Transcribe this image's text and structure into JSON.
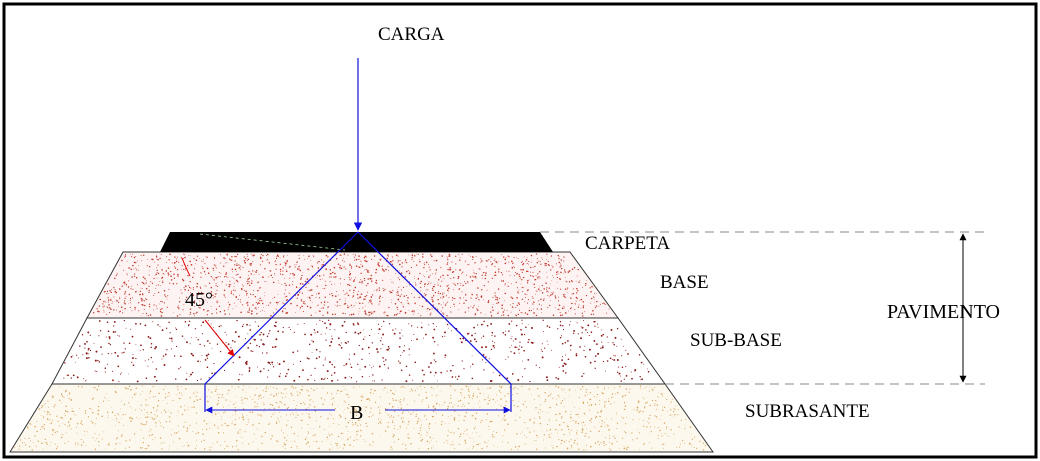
{
  "labels": {
    "load": "CARGA",
    "carpeta": "CARPETA",
    "base": "BASE",
    "subbase": "SUB-BASE",
    "subrasante": "SUBRASANTE",
    "pavimento": "PAVIMENTO",
    "angle": "45°",
    "width": "B"
  },
  "colors": {
    "frame": "#000000",
    "carpeta": "#000000",
    "base_dots": "#c0392b",
    "subbase_dots": "#8b1a1a",
    "subrasante_dots": "#d4a35a",
    "load_line": "#1010e0",
    "dashed_lines": "#888888",
    "angle_arrow": "#e00000"
  }
}
